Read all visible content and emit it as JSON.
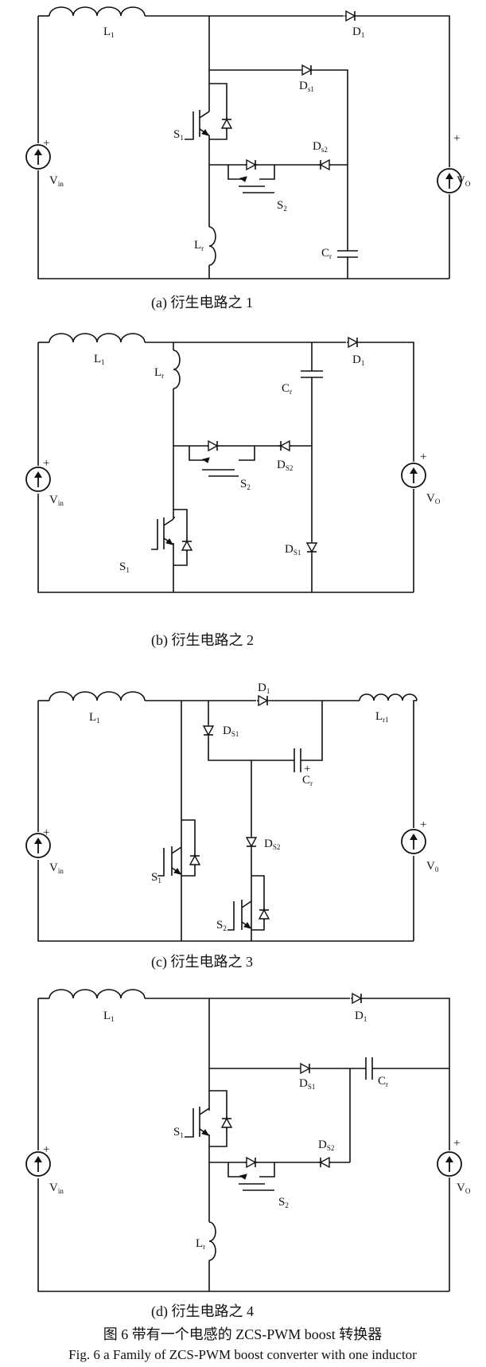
{
  "circuits": [
    {
      "caption": "(a)  衍生电路之 1",
      "labels": {
        "L1": "L",
        "L1_sub": "1",
        "D1": "D",
        "D1_sub": "1",
        "Ds1": "D",
        "Ds1_sub": "s1",
        "Ds2": "D",
        "Ds2_sub": "s2",
        "S1": "S",
        "S1_sub": "1",
        "S2": "S",
        "S2_sub": "2",
        "Lr": "L",
        "Lr_sub": "r",
        "Cr": "C",
        "Cr_sub": "r",
        "Vin": "V",
        "Vin_sub": "in",
        "Vo": "V",
        "Vo_sub": "O"
      }
    },
    {
      "caption": "(b)  衍生电路之 2",
      "labels": {
        "L1": "L",
        "L1_sub": "1",
        "D1": "D",
        "D1_sub": "1",
        "Lr": "L",
        "Lr_sub": "r",
        "Cr": "C",
        "Cr_sub": "r",
        "Ds2": "D",
        "Ds2_sub": "S2",
        "S2": "S",
        "S2_sub": "2",
        "Ds1": "D",
        "Ds1_sub": "S1",
        "S1": "S",
        "S1_sub": "1",
        "Vin": "V",
        "Vin_sub": "in",
        "Vo": "V",
        "Vo_sub": "O"
      }
    },
    {
      "caption": "(c)  衍生电路之 3",
      "labels": {
        "L1": "L",
        "L1_sub": "1",
        "D1": "D",
        "D1_sub": "1",
        "Lr1": "L",
        "Lr1_sub": "r1",
        "Ds1": "D",
        "Ds1_sub": "S1",
        "Cr": "C",
        "Cr_sub": "r",
        "Ds2": "D",
        "Ds2_sub": "S2",
        "S1": "S",
        "S1_sub": "1",
        "S2": "S",
        "S2_sub": "2",
        "Vin": "V",
        "Vin_sub": "in",
        "Vo": "V",
        "Vo_sub": "0"
      }
    },
    {
      "caption": "(d)  衍生电路之 4",
      "labels": {
        "L1": "L",
        "L1_sub": "1",
        "D1": "D",
        "D1_sub": "1",
        "Ds1": "D",
        "Ds1_sub": "S1",
        "Cr": "C",
        "Cr_sub": "r",
        "S1": "S",
        "S1_sub": "1",
        "Ds2": "D",
        "Ds2_sub": "S2",
        "S2": "S",
        "S2_sub": "2",
        "Lr": "L",
        "Lr_sub": "r",
        "Vin": "V",
        "Vin_sub": "in",
        "Vo": "V",
        "Vo_sub": "O"
      }
    }
  ],
  "plus_sign": "+",
  "title_cn": "图 6   带有一个电感的 ZCS-PWM boost 转换器",
  "title_en": "Fig. 6   a Family of ZCS-PWM boost converter with one inductor"
}
